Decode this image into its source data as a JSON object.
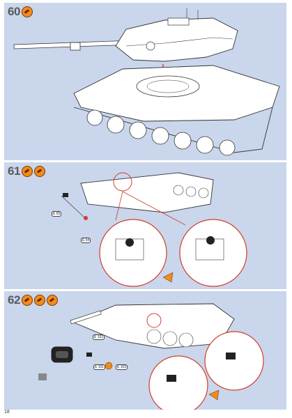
{
  "page_number": "18",
  "steps": [
    {
      "number": "60",
      "badges": 1
    },
    {
      "number": "61",
      "badges": 2
    },
    {
      "number": "62",
      "badges": 3
    }
  ],
  "parts": {
    "e65": "E 65",
    "e64": "E 64",
    "e102": "E 102",
    "e101": "E 101",
    "e103": "E 103"
  },
  "colors": {
    "panel": "#c9d6ec",
    "badge": "#f28a1c",
    "line": "#333333",
    "callout": "#d23c28"
  }
}
